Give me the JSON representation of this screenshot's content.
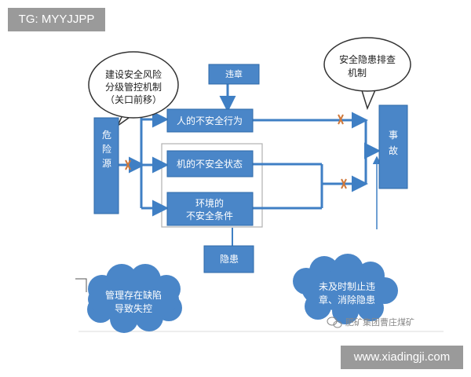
{
  "watermark_top": "TG: MYYJJPP",
  "watermark_bottom": "www.xiadingji.com",
  "bubble_left": [
    "建设安全风险",
    "分级管控机制",
    "（关口前移）"
  ],
  "bubble_right": [
    "安全隐患排查",
    "机制"
  ],
  "box_violation": "违章",
  "box_danger_source": [
    "危",
    "险",
    "源"
  ],
  "box_unsafe_act": "人的不安全行为",
  "box_unsafe_state": "机的不安全状态",
  "box_unsafe_env": [
    "环境的",
    "不安全条件"
  ],
  "box_hidden_danger": "隐患",
  "box_accident": [
    "事",
    "故"
  ],
  "cloud_left": [
    "管理存在缺陷",
    "导致失控"
  ],
  "cloud_right": [
    "未及时制止违",
    "章、消除隐患"
  ],
  "source_caption": "肥矿集团曹庄煤矿",
  "colors": {
    "box_fill": "#4a86c8",
    "box_stroke": "#2f6aa8",
    "arrow": "#3f7fc4",
    "cross": "#d0783a",
    "cloud": "#4a86c8"
  }
}
